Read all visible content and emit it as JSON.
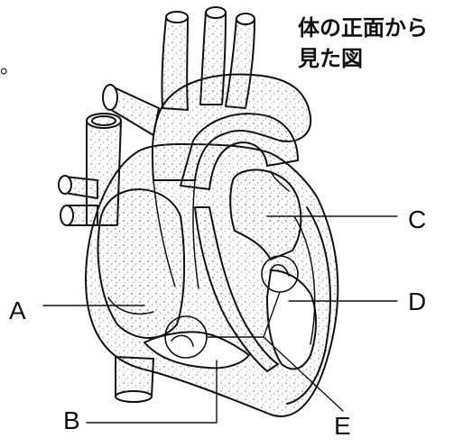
{
  "caption": {
    "line1": "体の正面から",
    "line2": "見た図"
  },
  "clipped_text": "。",
  "labels": {
    "a": "A",
    "b": "B",
    "c": "C",
    "d": "D",
    "e": "E"
  }
}
